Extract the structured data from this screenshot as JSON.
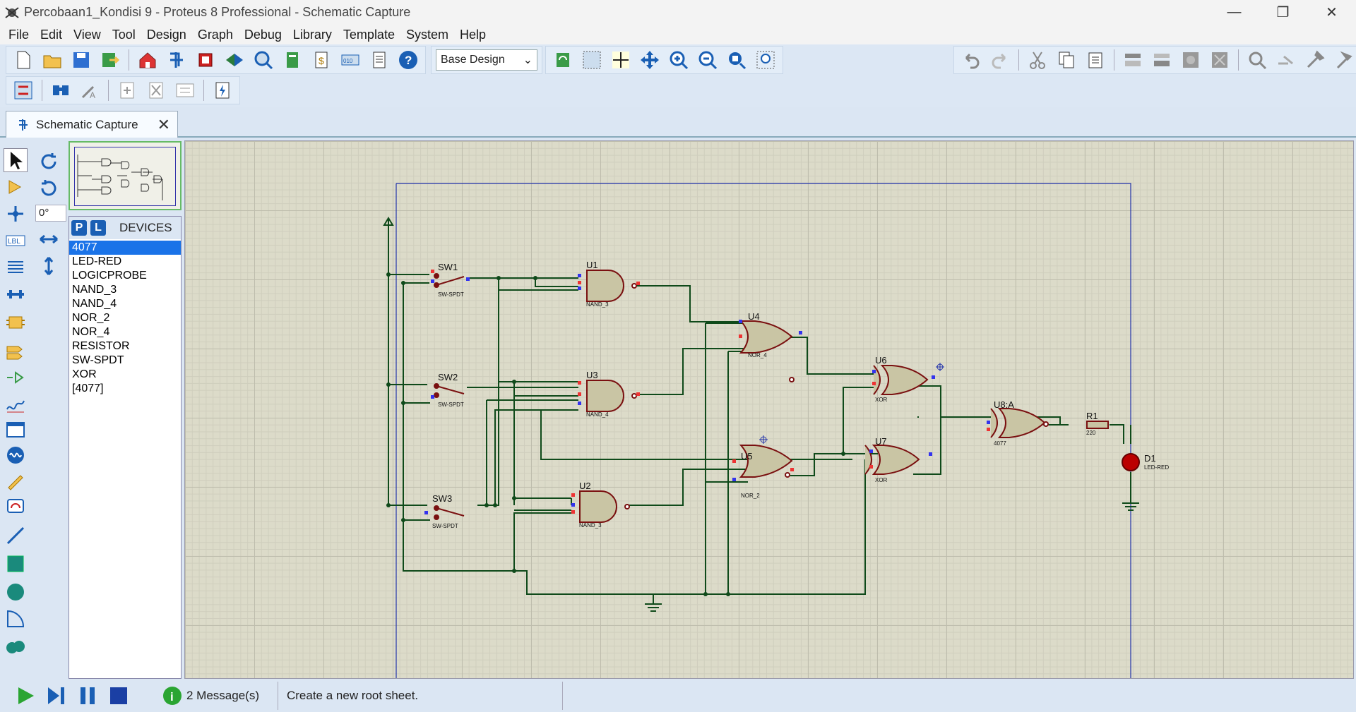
{
  "window": {
    "title": "Percobaan1_Kondisi 9 - Proteus 8 Professional - Schematic Capture",
    "minimize": "—",
    "maximize": "❐",
    "close": "✕"
  },
  "menu": [
    "File",
    "Edit",
    "View",
    "Tool",
    "Design",
    "Graph",
    "Debug",
    "Library",
    "Template",
    "System",
    "Help"
  ],
  "toolbar": {
    "design_select": "Base Design"
  },
  "tab": {
    "label": "Schematic Capture",
    "close": "✕"
  },
  "rotate": {
    "angle": "0°"
  },
  "devices": {
    "p_label": "P",
    "l_label": "L",
    "title": "DEVICES",
    "items": [
      "4077",
      "LED-RED",
      "LOGICPROBE",
      "NAND_3",
      "NAND_4",
      "NOR_2",
      "NOR_4",
      "RESISTOR",
      "SW-SPDT",
      "XOR",
      "[4077]"
    ],
    "selected": "4077"
  },
  "schematic": {
    "components": [
      {
        "ref": "SW1",
        "type": "SW-SPDT"
      },
      {
        "ref": "SW2",
        "type": "SW-SPDT"
      },
      {
        "ref": "SW3",
        "type": "SW-SPDT"
      },
      {
        "ref": "U1",
        "type": "NAND_3"
      },
      {
        "ref": "U3",
        "type": "NAND_4"
      },
      {
        "ref": "U2",
        "type": "NAND_3"
      },
      {
        "ref": "U4",
        "type": "NOR_4"
      },
      {
        "ref": "U5",
        "type": "NOR_2"
      },
      {
        "ref": "U6",
        "type": "XOR"
      },
      {
        "ref": "U7",
        "type": "XOR"
      },
      {
        "ref": "U8:A",
        "type": "4077"
      },
      {
        "ref": "R1",
        "type": "220"
      },
      {
        "ref": "D1",
        "type": "LED-RED"
      }
    ]
  },
  "status": {
    "messages": "2 Message(s)",
    "text": "Create a new root sheet."
  }
}
